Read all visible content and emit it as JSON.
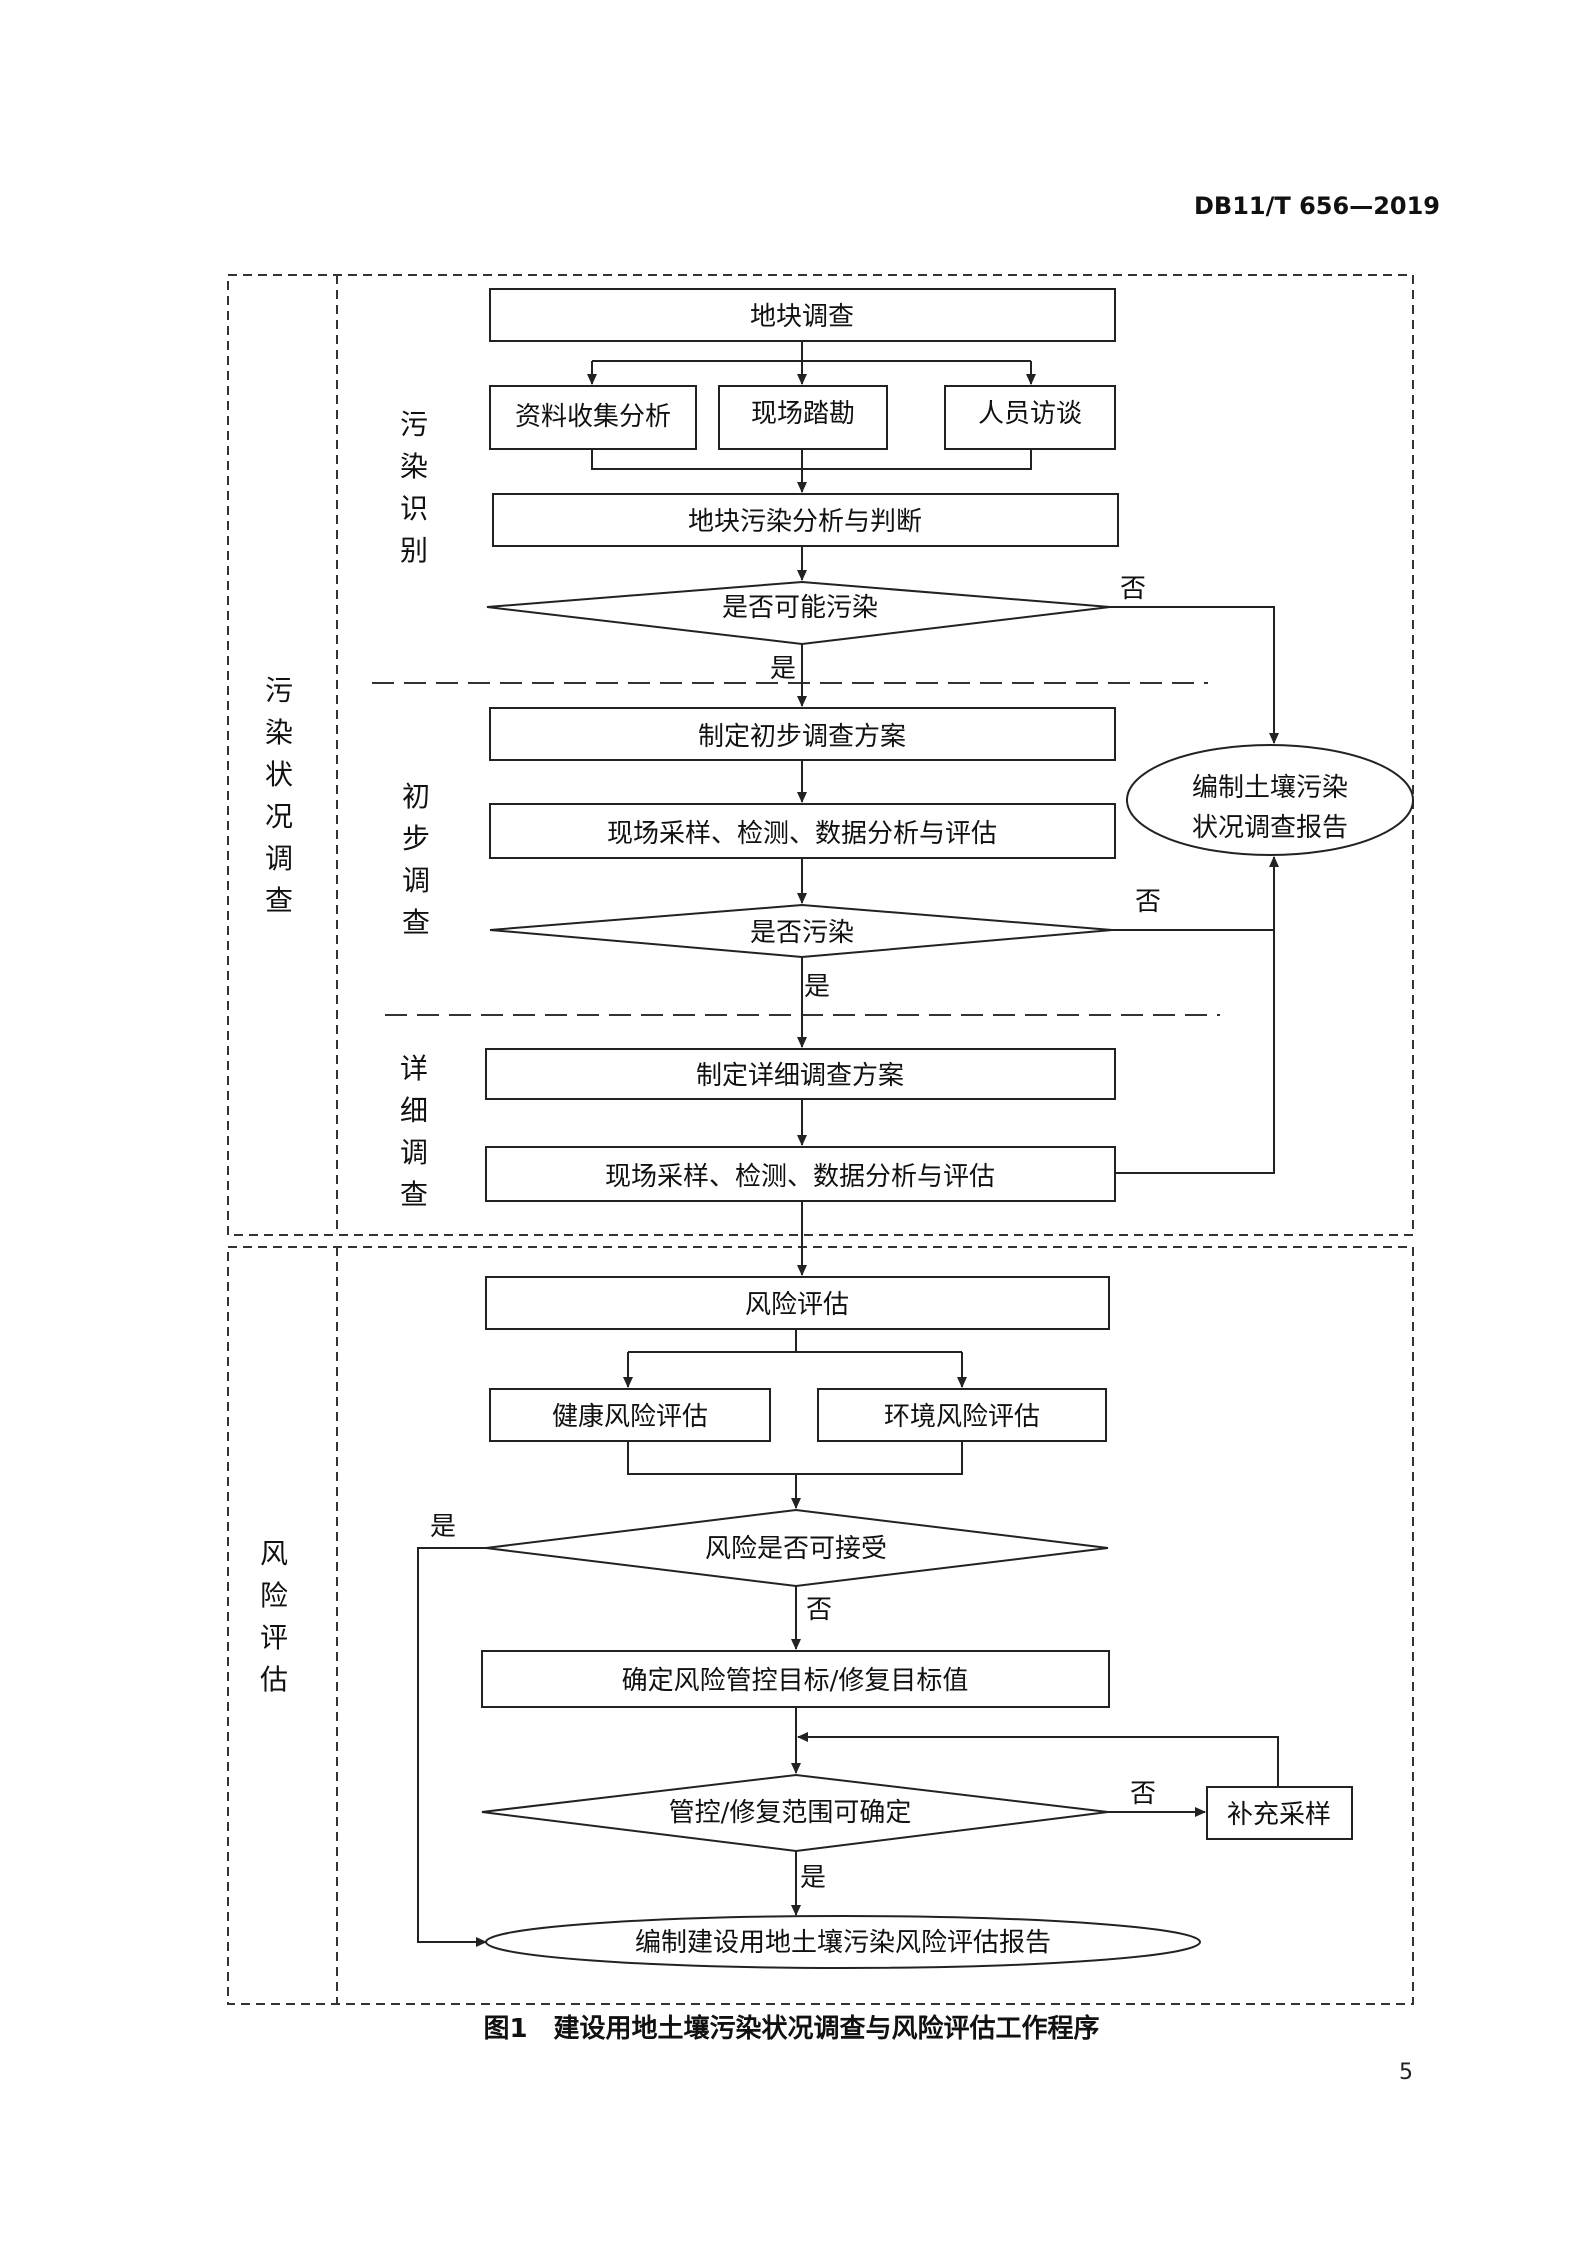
{
  "header": {
    "doc_code": "DB11/T 656—2019"
  },
  "footer": {
    "page_number": "5"
  },
  "caption": {
    "number": "图1",
    "title": "建设用地土壤污染状况调查与风险评估工作程序"
  },
  "sections": {
    "outer_investigation": "污染状况调查",
    "outer_risk": "风险评估",
    "identify": "污染识别",
    "prelim": "初步调查",
    "detail": "详细调查"
  },
  "nodes": {
    "site_survey": "地块调查",
    "data_collect": "资料收集分析",
    "site_visit": "现场踏勘",
    "interview": "人员访谈",
    "analysis_judge": "地块污染分析与判断",
    "possible_pollution": "是否可能污染",
    "prelim_plan": "制定初步调查方案",
    "sampling_1": "现场采样、检测、数据分析与评估",
    "is_polluted": "是否污染",
    "detail_plan": "制定详细调查方案",
    "sampling_2": "现场采样、检测、数据分析与评估",
    "investigation_report": "编制土壤污染状况调查报告",
    "risk_assessment": "风险评估",
    "health_risk": "健康风险评估",
    "env_risk": "环境风险评估",
    "risk_acceptable": "风险是否可接受",
    "target_values": "确定风险管控目标/修复目标值",
    "scope_determinable": "管控/修复范围可确定",
    "supplement_sampling": "补充采样",
    "risk_report": "编制建设用地土壤污染风险评估报告"
  },
  "edge_labels": {
    "yes": "是",
    "no": "否"
  }
}
